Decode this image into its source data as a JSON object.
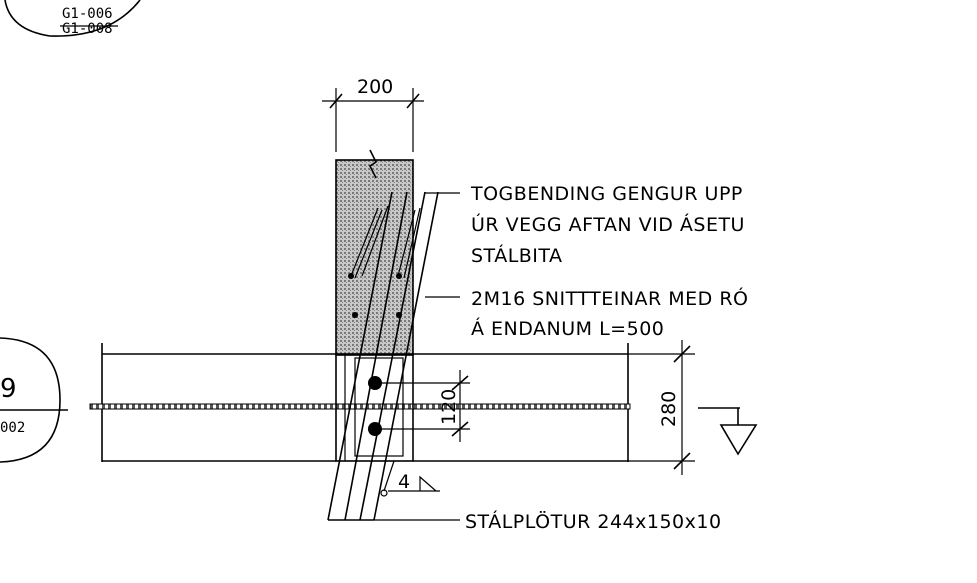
{
  "annotations": {
    "togbending_line1": "TOGBENDING GENGUR UPP",
    "togbending_line2": "ÚR VEGG AFTAN VID ÁSETU",
    "togbending_line3": "STÁLBITA",
    "snittteinar_line1": "2M16 SNITTTEINAR MED RÓ",
    "snittteinar_line2": "Á ENDANUM L=500",
    "stalplotur": "STÁLPLÖTUR 244x150x10"
  },
  "dimensions": {
    "wall_width": "200",
    "beam_height": "280",
    "bolt_spacing": "120",
    "weld_size": "4"
  },
  "references": {
    "top_ref_a": "G1-006",
    "top_ref_b": "G1-008",
    "left_ref_number": "9",
    "left_ref_sheet": "002"
  },
  "colors": {
    "line": "#000000",
    "concrete_hatch": "#9a9a9a",
    "background": "#ffffff"
  }
}
